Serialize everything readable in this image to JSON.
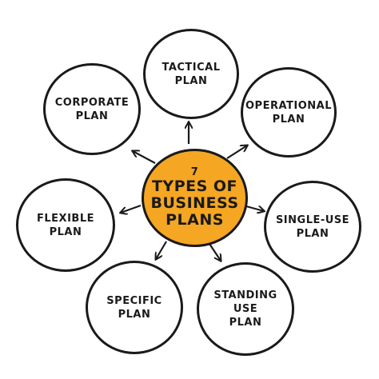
{
  "diagram": {
    "center": {
      "lines": [
        "7",
        "TYPES OF",
        "BUSINESS",
        "PLANS"
      ]
    },
    "nodes": [
      {
        "id": "tactical",
        "lines": [
          "TACTICAL",
          "PLAN"
        ]
      },
      {
        "id": "operational",
        "lines": [
          "OPERATIONAL",
          "PLAN"
        ]
      },
      {
        "id": "single-use",
        "lines": [
          "SINGLE-USE",
          "PLAN"
        ]
      },
      {
        "id": "standing-use",
        "lines": [
          "STANDING",
          "USE",
          "PLAN"
        ]
      },
      {
        "id": "specific",
        "lines": [
          "SPECIFIC",
          "PLAN"
        ]
      },
      {
        "id": "flexible",
        "lines": [
          "FLEXIBLE",
          "PLAN"
        ]
      },
      {
        "id": "corporate",
        "lines": [
          "CORPORATE",
          "PLAN"
        ]
      }
    ],
    "colors": {
      "center_fill": "#f5a623",
      "stroke": "#1a1a1a",
      "node_fill": "#ffffff"
    }
  }
}
